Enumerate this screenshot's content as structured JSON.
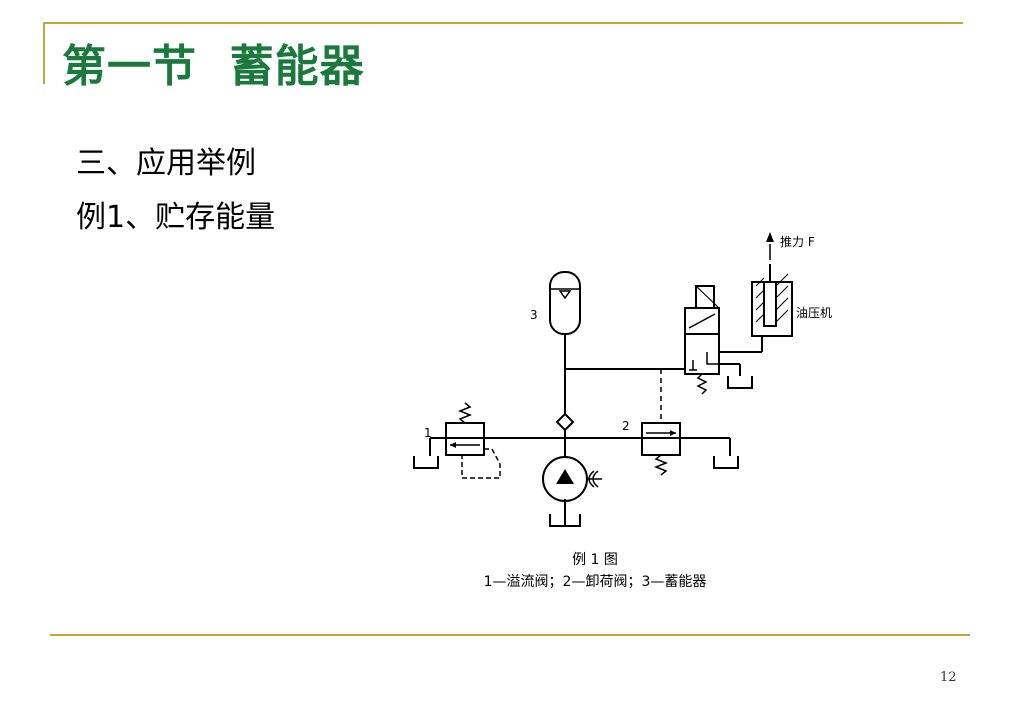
{
  "slide": {
    "title": "第一节  蓄能器",
    "line1": "三、应用举例",
    "line2": "例1、贮存能量",
    "page_number": "12"
  },
  "figure": {
    "caption": "例 1 图",
    "legend": "1—溢流阀；2—卸荷阀；3—蓄能器",
    "labels": {
      "relief_valve": "1",
      "unloading_valve": "2",
      "accumulator": "3",
      "thrust": "推力 F",
      "press": "油压机"
    }
  },
  "colors": {
    "title": "#1a7a3c",
    "accent": "#c8a53a",
    "line": "#000000"
  }
}
